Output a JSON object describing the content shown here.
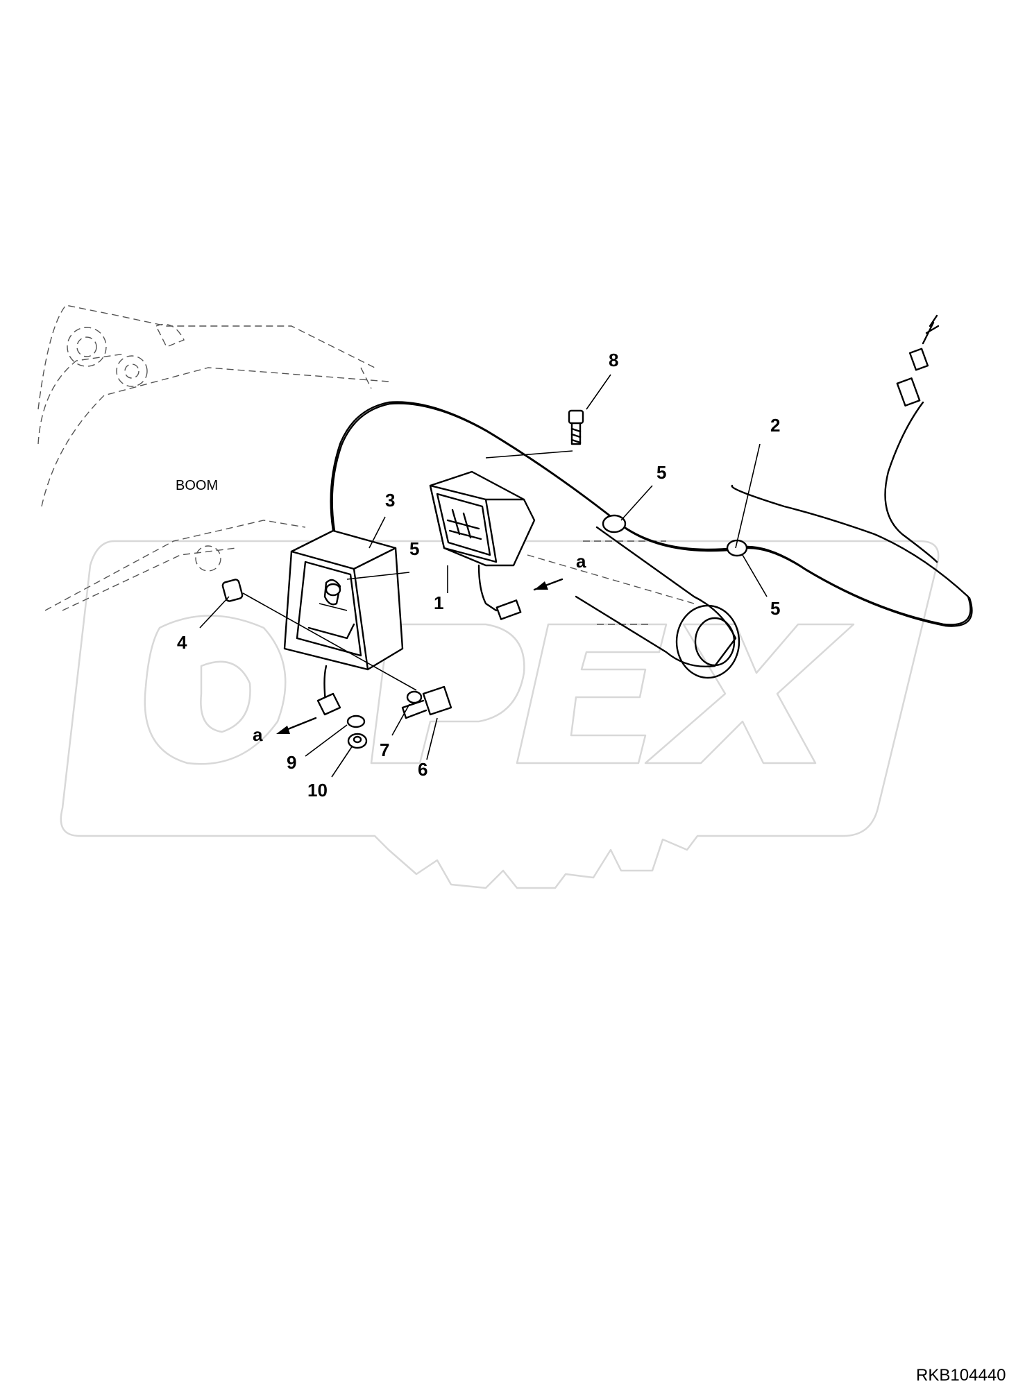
{
  "drawing": {
    "boom_label": "BOOM",
    "reference_id": "RKB104440",
    "watermark_text": "OPEX",
    "callouts": {
      "c1": "1",
      "c2": "2",
      "c3": "3",
      "c4": "4",
      "c5a": "5",
      "c5b": "5",
      "c5c": "5",
      "c6": "6",
      "c7": "7",
      "c8": "8",
      "c9": "9",
      "c10": "10",
      "ca1": "a",
      "ca2": "a"
    }
  }
}
